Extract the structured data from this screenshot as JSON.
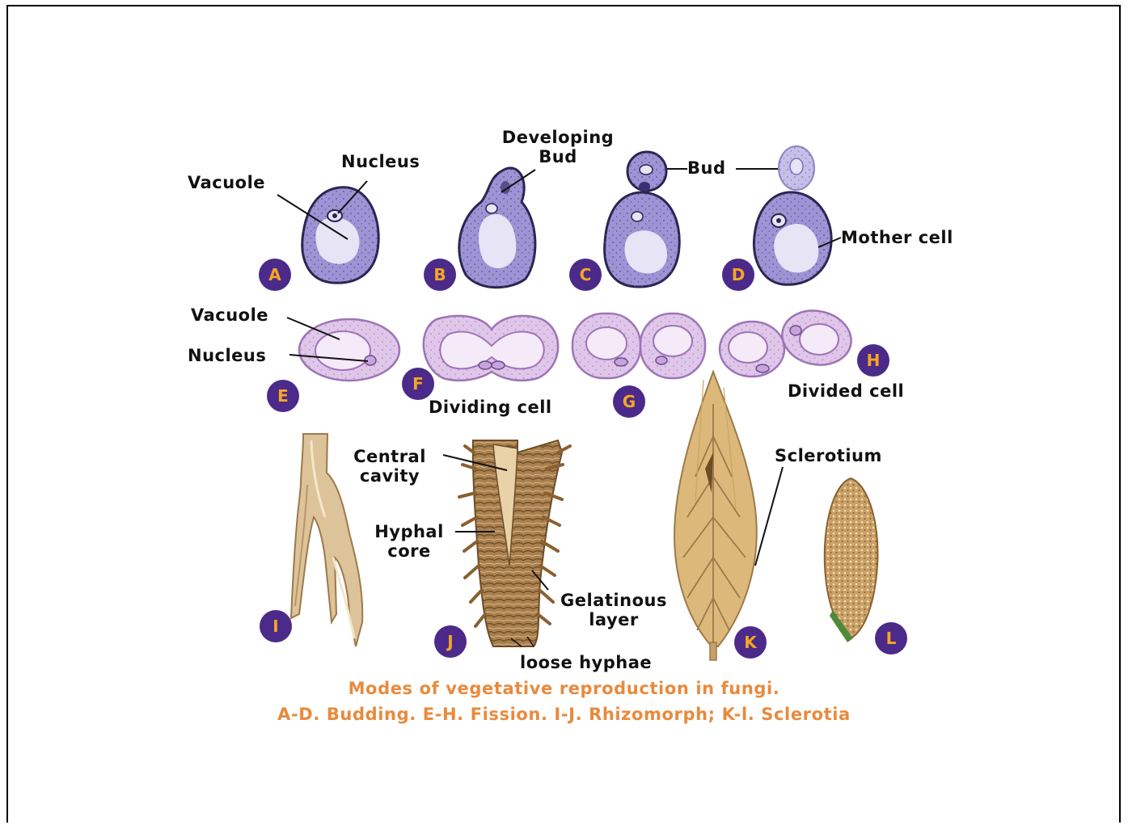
{
  "labels": {
    "vacuole_top": "Vacuole",
    "nucleus_top": "Nucleus",
    "developing_bud": "Developing\nBud",
    "bud": "Bud",
    "mother_cell": "Mother cell",
    "vacuole_mid": "Vacuole",
    "nucleus_mid": "Nucleus",
    "dividing_cell": "Dividing cell",
    "divided_cell": "Divided cell",
    "central_cavity": "Central\ncavity",
    "hyphal_core": "Hyphal\ncore",
    "gelatinous_layer": "Gelatinous\nlayer",
    "loose_hyphae": "loose hyphae",
    "sclerotium": "Sclerotium"
  },
  "badges": [
    "A",
    "B",
    "C",
    "D",
    "E",
    "F",
    "G",
    "H",
    "I",
    "J",
    "K",
    "L"
  ],
  "caption": {
    "line1": "Modes of vegetative reproduction in fungi.",
    "line2": "A-D. Budding. E-H. Fission. I-J. Rhizomorph; K-l. Sclerotia"
  },
  "colors": {
    "budding_cell": "#9e93d4",
    "vacuole": "#e6e4f5",
    "fission_cell": "#e0c7ea",
    "badge_bg": "#4b2a8a",
    "badge_text": "#f5a623",
    "caption": "#e98a3c",
    "rhizomorph": "#a07a47",
    "ergot": "#dcb97a",
    "sclerotium": "#b88a57"
  }
}
